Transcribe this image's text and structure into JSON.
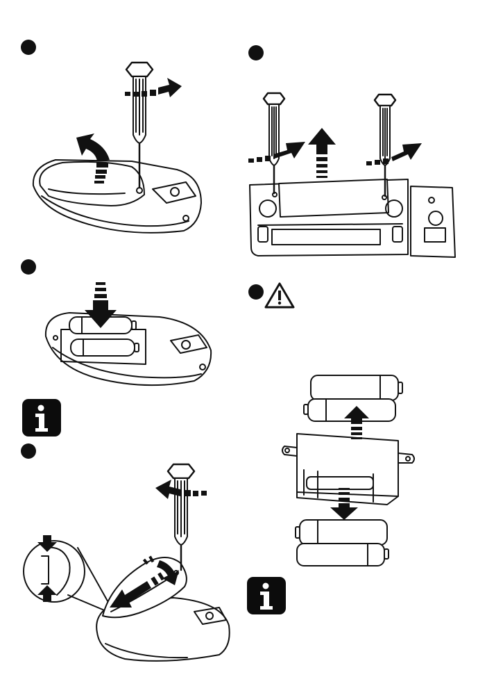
{
  "page": {
    "background": "#ffffff",
    "ink": "#111111"
  },
  "icons": {
    "step_marker": "black-filled-circle",
    "info": "information-icon",
    "warning": "warning-triangle-icon"
  },
  "steps": [
    {
      "id": "remove-cover",
      "illustration": "screwdriver-loosening-screw-lifting-battery-cover"
    },
    {
      "id": "insert-batteries",
      "illustration": "two-batteries-inserted-into-compartment"
    },
    {
      "id": "refit-cover",
      "illustration": "cover-hooked-and-screw-tightened"
    },
    {
      "id": "open-base-compartment",
      "illustration": "two-screws-loosened-cover-lifted"
    },
    {
      "id": "replace-base-batteries",
      "illustration": "battery-holder-with-four-batteries"
    }
  ]
}
